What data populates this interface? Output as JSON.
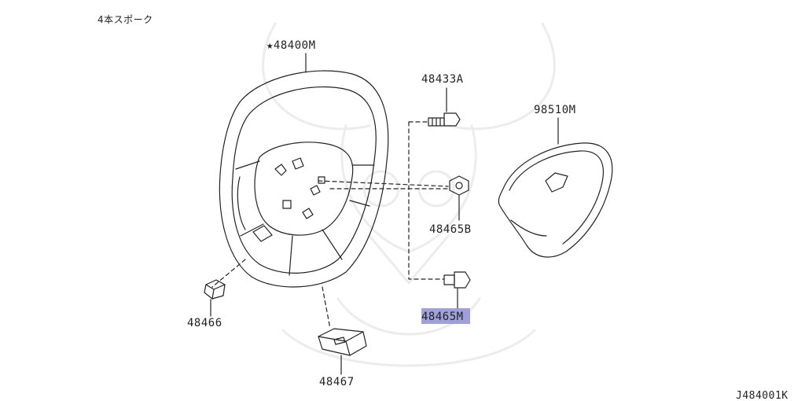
{
  "header": {
    "spoke_note": "4本スポーク",
    "diagram_code": "J484001K"
  },
  "parts": [
    {
      "id": "steering-wheel",
      "label": "★48400M"
    },
    {
      "id": "screw",
      "label": "48433A"
    },
    {
      "id": "airbag-module",
      "label": "98510M"
    },
    {
      "id": "nut",
      "label": "48465B"
    },
    {
      "id": "bolt",
      "label": "48465M",
      "highlighted": true
    },
    {
      "id": "cover-left",
      "label": "48466"
    },
    {
      "id": "cover-lower",
      "label": "48467"
    }
  ],
  "colors": {
    "line": "#222222",
    "highlight": "#8f8fd6",
    "watermark": "#ececec"
  }
}
